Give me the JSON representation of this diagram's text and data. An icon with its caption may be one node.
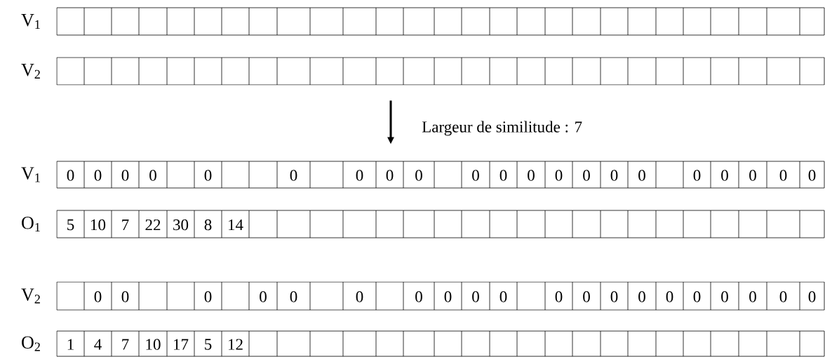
{
  "diagram": {
    "nodes": [
      {
        "text": [
          "V$_{1}$"
        ]
      },
      {
        "text": [
          "V$_{2}$"
        ]
      },
      {
        "text": [
          "V$_{1}$"
        ]
      },
      {
        "text": [
          "O$_{1}$"
        ]
      },
      {
        "text": [
          "V$_{2}$"
        ]
      },
      {
        "text": [
          "O$_{2}$"
        ]
      }
    ],
    "edges": [
      {
        "from": 1,
        "to": 2,
        "arrow": "to",
        "label": "Largeur de similitude : 7"
      }
    ],
    "labels": [
      "0",
      "0",
      "0",
      "0",
      "0",
      "0",
      "0",
      "0",
      "0",
      "0",
      "0",
      "0",
      "0",
      "0",
      "0",
      "0",
      "0",
      "0",
      "0",
      "0",
      "0",
      "5",
      "10",
      "7",
      "22",
      "30",
      "8",
      "14",
      "0",
      "0",
      "0",
      "0",
      "0",
      "0",
      "0",
      "0",
      "0",
      "0",
      "0",
      "0",
      "0",
      "0",
      "0",
      "0",
      "0",
      "0",
      "0",
      "0",
      "1",
      "4",
      "7",
      "10",
      "17",
      "5",
      "12"
    ]
  }
}
